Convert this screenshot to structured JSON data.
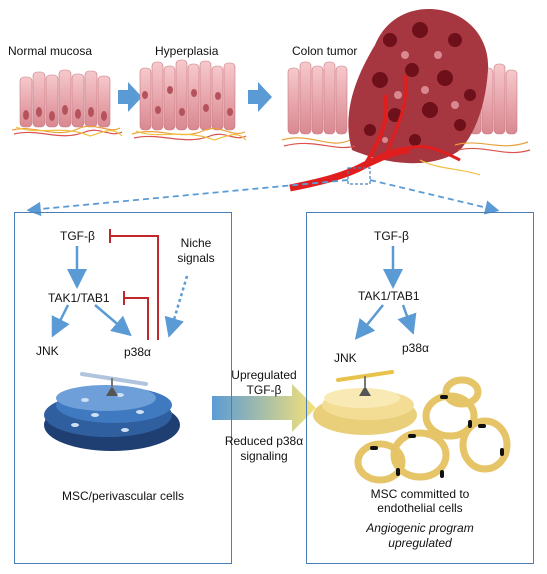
{
  "stages": {
    "normal": "Normal mucosa",
    "hyperplasia": "Hyperplasia",
    "tumor": "Colon tumor"
  },
  "left_panel": {
    "tgf": "TGF-β",
    "niche_line1": "Niche",
    "niche_line2": "signals",
    "tak": "TAK1/TAB1",
    "jnk": "JNK",
    "p38": "p38α",
    "caption": "MSC/perivascular cells"
  },
  "right_panel": {
    "tgf": "TGF-β",
    "tak": "TAK1/TAB1",
    "jnk": "JNK",
    "p38": "p38α",
    "caption_line1": "MSC committed to",
    "caption_line2": "endothelial cells",
    "note_line1": "Angiogenic program",
    "note_line2": "upregulated"
  },
  "middle": {
    "up_line1": "Upregulated",
    "up_line2": "TGF-β",
    "down_line1": "Reduced p38α",
    "down_line2": "signaling"
  },
  "colors": {
    "arrow_blue": "#5b9bd5",
    "inhibit_red": "#c0282d",
    "panel_border": "#4a7fb5",
    "tissue_pink": "#e8a0a6",
    "tumor_dark": "#8b1a24",
    "vessel_red": "#e01e1e",
    "msc_blue": "#2f5f9e",
    "endo_yellow": "#f0d98a"
  }
}
